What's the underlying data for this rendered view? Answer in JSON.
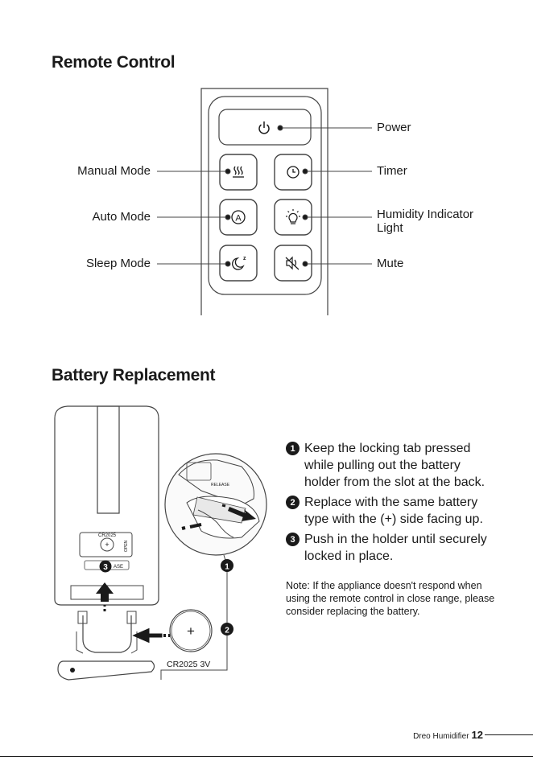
{
  "remote_section": {
    "title": "Remote Control",
    "labels": {
      "power": "Power",
      "manual_mode": "Manual Mode",
      "timer": "Timer",
      "auto_mode": "Auto Mode",
      "humidity_line1": "Humidity Indicator",
      "humidity_line2": "Light",
      "sleep_mode": "Sleep Mode",
      "mute": "Mute"
    },
    "icons": {
      "power": "power-icon",
      "manual": "mist-icon",
      "timer": "clock-icon",
      "auto": "auto-a-icon",
      "humidity": "bulb-icon",
      "sleep": "moon-z-icon",
      "mute": "speaker-mute-icon"
    }
  },
  "battery_section": {
    "title": "Battery Replacement",
    "steps": [
      {
        "num": "1",
        "lines": [
          "Keep the locking tab pressed",
          "while pulling out the battery",
          "holder from the slot at the back."
        ]
      },
      {
        "num": "2",
        "lines": [
          "Replace with the same battery",
          "type with the (+) side facing up."
        ]
      },
      {
        "num": "3",
        "lines": [
          "Push in the holder until securely",
          "locked in place."
        ]
      }
    ],
    "note": "Note: If the appliance doesn't respond when using the remote control in close range, please consider replacing the battery.",
    "illustration": {
      "coin_label": "CR2025 3V",
      "coin_plus": "+",
      "callout_1": "1",
      "callout_2": "2",
      "callout_3": "3",
      "holder_text": "CR2025",
      "release_text": "RELEASE",
      "release_text_short": "ASE",
      "open_text": "OPEN"
    }
  },
  "footer": {
    "brand": "Dreo Humidifier",
    "page": "12"
  },
  "colors": {
    "ink": "#1a1a1a",
    "line": "#444444"
  }
}
